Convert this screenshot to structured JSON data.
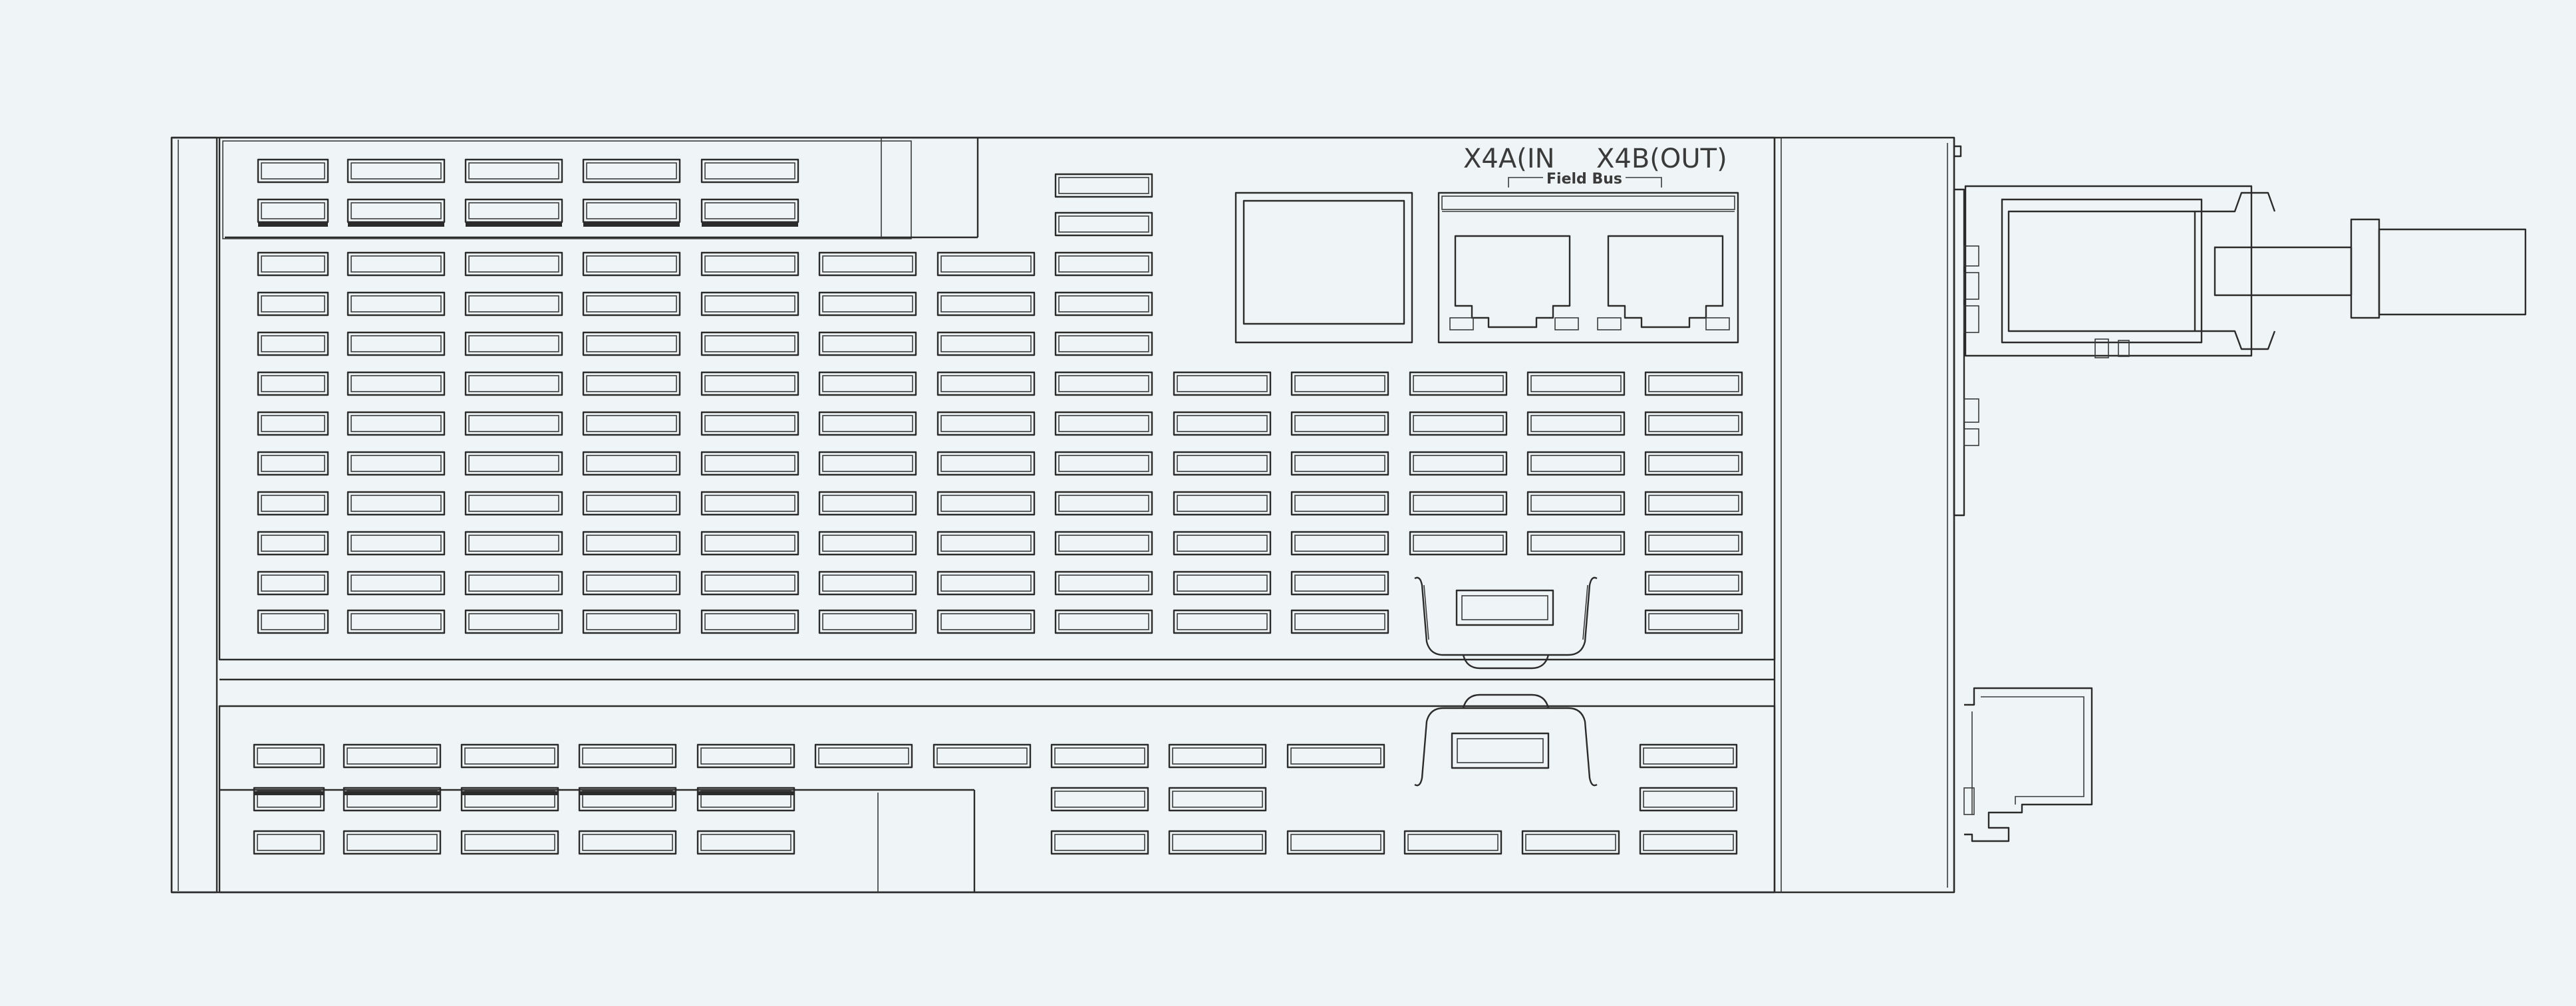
{
  "labels": {
    "port_a": "X4A(IN",
    "port_b": "X4B(OUT)",
    "bus": "Field Bus"
  }
}
